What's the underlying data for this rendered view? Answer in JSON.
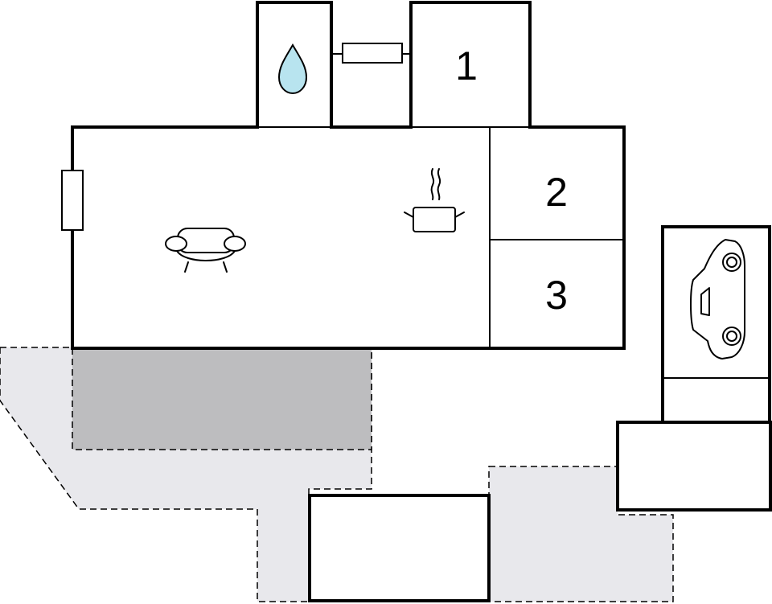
{
  "rooms": [
    {
      "label": "1"
    },
    {
      "label": "2"
    },
    {
      "label": "3"
    }
  ],
  "icons": [
    "water-drop-icon",
    "kitchen-pot-icon",
    "sofa-icon",
    "car-icon"
  ],
  "colors": {
    "terrace_light": "#e8e8ec",
    "terrace_dark": "#bdbdbf",
    "water": "#b8e4ef",
    "wall": "#000000"
  }
}
